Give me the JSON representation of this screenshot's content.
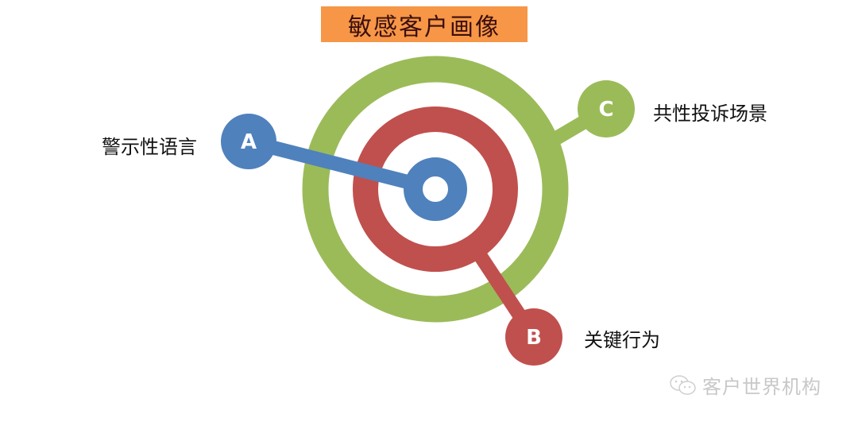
{
  "title": "敏感客户画像",
  "colors": {
    "title_bg": "#f79646",
    "green": "#9bbb59",
    "red": "#c0504d",
    "blue": "#4f81bd"
  },
  "markers": [
    {
      "letter": "A",
      "label": "警示性语言",
      "color": "#4f81bd",
      "ring": "inner"
    },
    {
      "letter": "B",
      "label": "关键行为",
      "color": "#c0504d",
      "ring": "middle"
    },
    {
      "letter": "C",
      "label": "共性投诉场景",
      "color": "#9bbb59",
      "ring": "outer"
    }
  ],
  "watermark": {
    "icon": "wechat-icon",
    "text": "客户世界机构"
  }
}
